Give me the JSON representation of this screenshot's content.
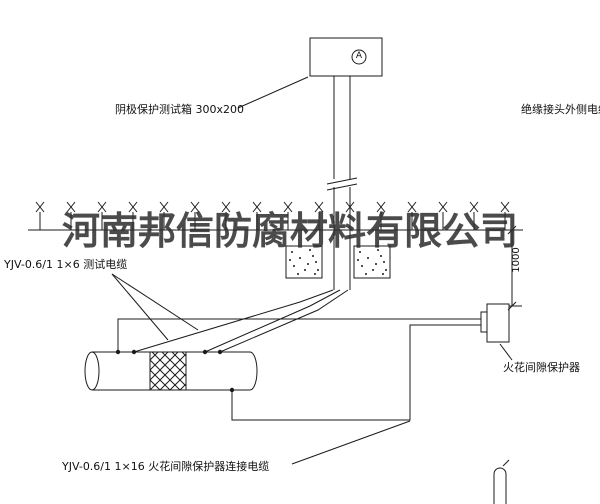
{
  "watermark": "河南邦信防腐材料有限公司",
  "labels": {
    "test_box": "阴极保护测试箱 300x200",
    "outer_cable": "绝缘接头外侧电缆",
    "test_cable": "YJV-0.6/1 1×6 测试电缆",
    "protector": "火花间隙保护器",
    "connect_cable": "YJV-0.6/1 1×16 火花间隙保护器连接电缆",
    "dimension": "1000",
    "ammeter": "A"
  },
  "colors": {
    "line": "#1b1b1b",
    "watermark": "#2e2e2e",
    "background": "#ffffff"
  }
}
